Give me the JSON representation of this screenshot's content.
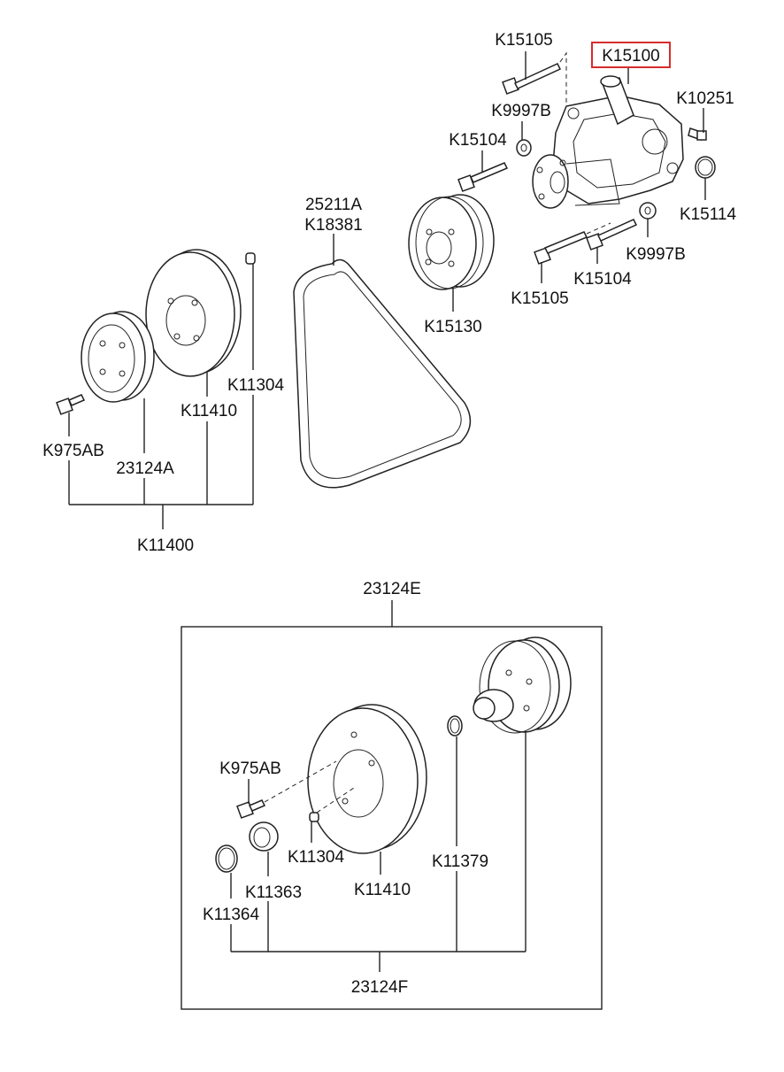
{
  "labels": {
    "k15105_top": "K15105",
    "k15100": "K15100",
    "k9997b_top": "K9997B",
    "k10251": "K10251",
    "k15104_top": "K15104",
    "k15114": "K15114",
    "k9997b_bot": "K9997B",
    "k15105_bot": "K15105",
    "k15104_bot": "K15104",
    "p25211a": "25211A",
    "k18381": "K18381",
    "k15130": "K15130",
    "k11304_top": "K11304",
    "k11410_top": "K11410",
    "k975ab_top": "K975AB",
    "p23124a": "23124A",
    "k11400": "K11400",
    "p23124e": "23124E",
    "k975ab_bot": "K975AB",
    "k11304_bot": "K11304",
    "k11379": "K11379",
    "k11363": "K11363",
    "k11410_bot": "K11410",
    "k11364": "K11364",
    "p23124f": "23124F"
  },
  "highlight_color": "#d62c2c"
}
